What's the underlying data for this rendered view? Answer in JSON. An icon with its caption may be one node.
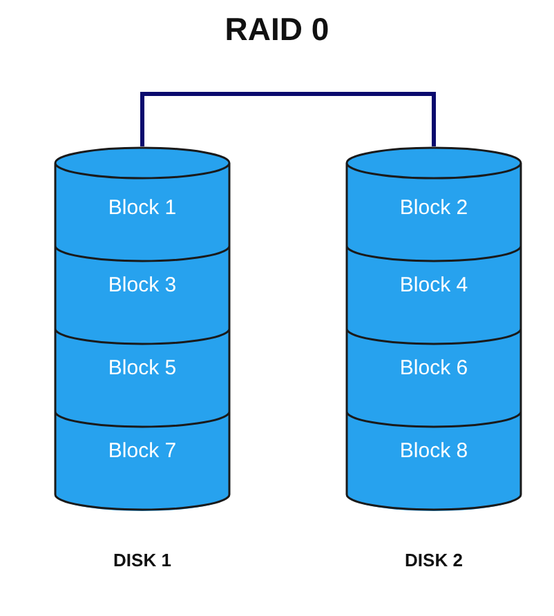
{
  "diagram": {
    "title": "RAID 0",
    "nodes": [
      {
        "text": [
          "DISK 1"
        ]
      },
      {
        "text": [
          "Block 1"
        ],
        "in": 0
      },
      {
        "text": [
          "Block 3"
        ],
        "in": 0
      },
      {
        "text": [
          "Block 5"
        ],
        "in": 0
      },
      {
        "text": [
          "Block 7"
        ],
        "in": 0
      },
      {
        "text": [
          "DISK 2"
        ]
      },
      {
        "text": [
          "Block 2"
        ],
        "in": 5
      },
      {
        "text": [
          "Block 4"
        ],
        "in": 5
      },
      {
        "text": [
          "Block 6"
        ],
        "in": 5
      },
      {
        "text": [
          "Block 8"
        ],
        "in": 5
      }
    ],
    "edges": [
      {
        "from": 0,
        "to": 5,
        "arrow": "none"
      }
    ]
  }
}
